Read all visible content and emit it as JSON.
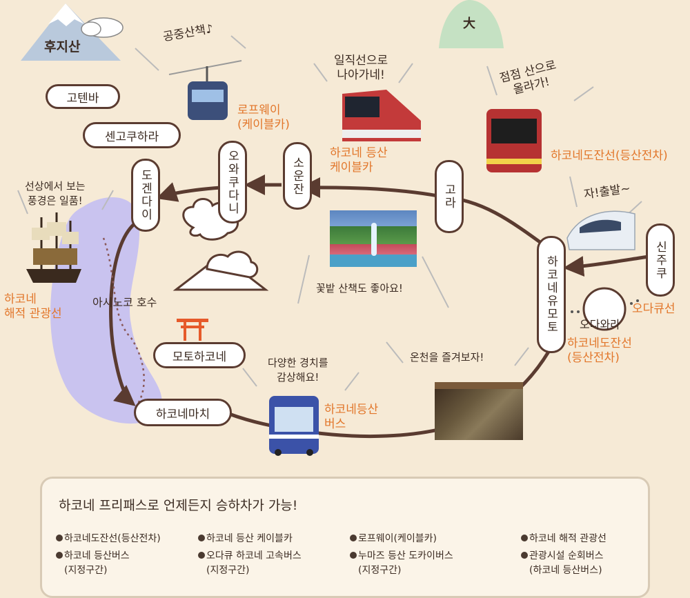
{
  "stations": {
    "gotenba": "고텐바",
    "sengokuhara": "센고쿠하라",
    "togendai": "도겐다이",
    "owakudani": "오와쿠다니",
    "sounzan": "소운잔",
    "gora": "고라",
    "hakone_yumoto": "하코네유모토",
    "shinjuku": "신주쿠",
    "odawara": "오다와라",
    "motohakone": "모토하코네",
    "hakonemachi": "하코네마치"
  },
  "mountains": {
    "fuji": "후지산",
    "dai": "大"
  },
  "lake_label": "아시노코 호수",
  "captions": {
    "aerial_walk": "공중산책♪",
    "straight_line": [
      "일직선으로",
      "나아가네!"
    ],
    "climb": [
      "점점 산으로",
      "올라가!"
    ],
    "depart": "자!출발~",
    "ship_view": [
      "선상에서 보는",
      "풍경은 일품!"
    ],
    "flower": "꽃밭 산책도 좋아요!",
    "onsen": "온천을 즐겨보자!",
    "scenery": [
      "다양한 경치를",
      "감상해요!"
    ]
  },
  "transport_labels": {
    "ropeway": [
      "로프웨이",
      "(케이블카)"
    ],
    "cable_car": [
      "하코네 등산",
      "케이블카"
    ],
    "tozan_railway_top": "하코네도잔선(등산전차)",
    "pirate_ship": [
      "하코네",
      "해적 관광선"
    ],
    "odakyu": "오다큐선",
    "tozan_railway_bottom": [
      "하코네도잔선",
      "(등산전차)"
    ],
    "tozan_bus": [
      "하코네등산",
      "버스"
    ]
  },
  "legend": {
    "title": "하코네 프리패스로 언제든지 승하차가 가능!",
    "items": [
      {
        "label": "하코네도잔선(등산전차)"
      },
      {
        "label": "하코네 등산 케이블카"
      },
      {
        "label": "로프웨이(케이블카)"
      },
      {
        "label": "하코네 해적 관광선"
      },
      {
        "label": "하코네 등산버스",
        "note": "(지정구간)"
      },
      {
        "label": "오다큐 하코네 고속버스",
        "note": "(지정구간)"
      },
      {
        "label": "누마즈 등산 도카이버스",
        "note": "(지정구간)"
      },
      {
        "label": "관광시설 순회버스",
        "note": "(하코네 등산버스)"
      }
    ]
  },
  "colors": {
    "background": "#f6ead6",
    "route": "#5a3b30",
    "accent_orange": "#e2762a",
    "lake": "#c9c3ef",
    "pill_border": "#5a3b30"
  },
  "icons": [
    "cloud-icon",
    "torii-icon",
    "bullet-icon"
  ]
}
